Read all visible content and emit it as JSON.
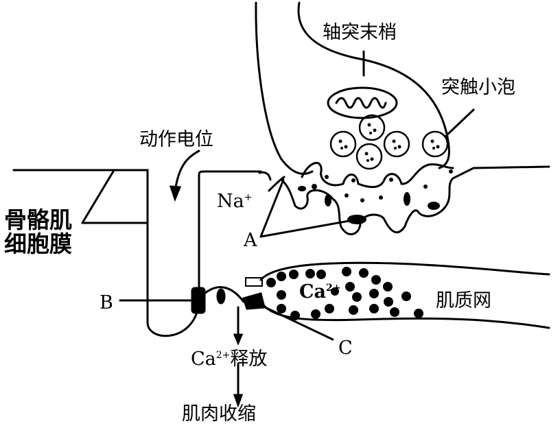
{
  "labels": {
    "axon_terminal": "轴突末梢",
    "synaptic_vesicle": "突触小泡",
    "action_potential": "动作电位",
    "na_ion": "Na",
    "na_charge": "+",
    "muscle_membrane_line1": "骨骼肌",
    "muscle_membrane_line2": "细胞膜",
    "label_a": "A",
    "label_b": "B",
    "label_c": "C",
    "sarcoplasmic_reticulum": "肌质网",
    "ca_inside": "Ca",
    "ca_inside_charge": "2+",
    "ca_release_ion": "Ca",
    "ca_release_charge": "2+",
    "ca_release_text": "释放",
    "muscle_contraction": "肌肉收缩"
  }
}
